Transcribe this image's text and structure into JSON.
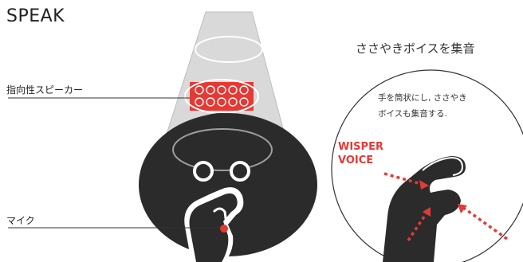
{
  "page_title": "SPEAK",
  "labels": {
    "speaker": "指向性スピーカー",
    "mic": "マイク"
  },
  "right_panel": {
    "heading": "ささやきボイスを集音",
    "note_line1": "手を筒状にし, ささやき",
    "note_line2": "ボイスも集音する.",
    "wisper_line1": "WISPER",
    "wisper_line2": "VOICE"
  },
  "colors": {
    "accent_red": "#e53935",
    "robot_dark": "#2b2b2b",
    "cone_gray": "#d6d6d6"
  }
}
